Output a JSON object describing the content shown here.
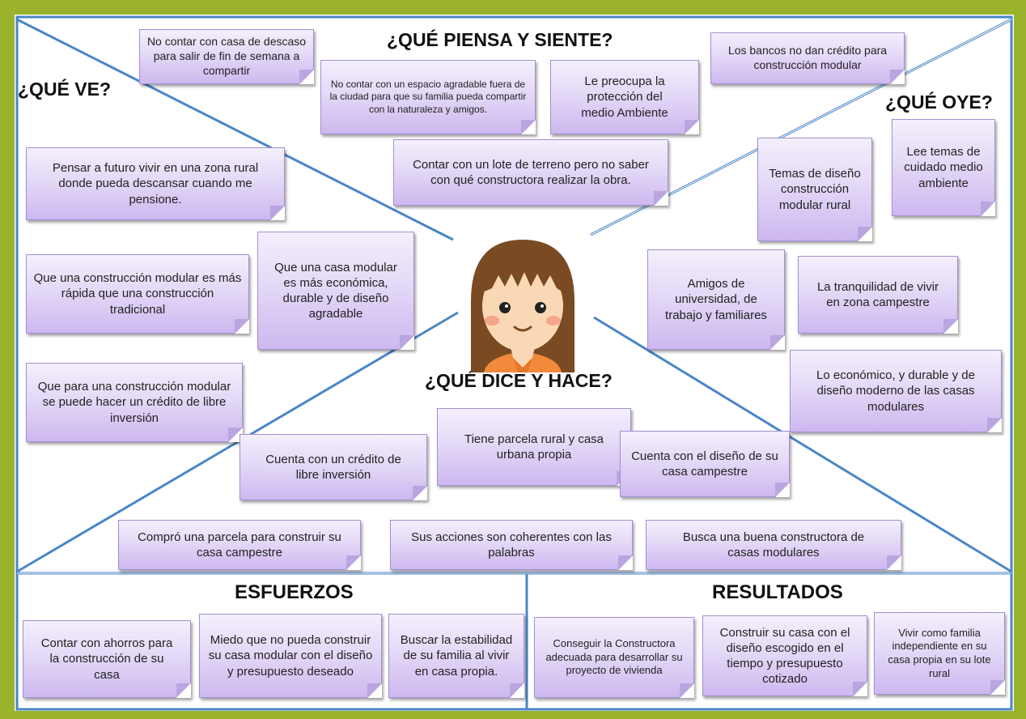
{
  "headings": {
    "que_ve": "¿QUÉ VE?",
    "que_piensa": "¿QUÉ PIENSA Y SIENTE?",
    "que_oye": "¿QUÉ OYE?",
    "que_dice": "¿QUÉ DICE Y HACE?",
    "esfuerzos": "ESFUERZOS",
    "resultados": "RESULTADOS"
  },
  "notes": {
    "piensa": [
      "No contar con casa de descaso para salir de fin de semana a compartir",
      "No contar con un espacio agradable fuera de la ciudad para que su familia  pueda compartir con la naturaleza y amigos.",
      "Le preocupa la protección del medio Ambiente",
      "Los bancos no dan crédito para construcción modular",
      "Contar con un lote de terreno pero no saber con qué constructora realizar la obra."
    ],
    "ve": [
      "Pensar a futuro vivir en una zona rural donde pueda descansar cuando me pensione.",
      "Que una construcción modular es más rápida que una construcción tradicional",
      "Que una casa modular es más económica, durable y de diseño agradable",
      "Que para una construcción modular se puede hacer un crédito de libre inversión"
    ],
    "oye": [
      "Lee temas de cuidado medio ambiente",
      "Temas de diseño construcción modular rural",
      "Amigos de universidad, de trabajo y familiares",
      "La tranquilidad de vivir en zona campestre",
      "Lo económico, y durable y de diseño moderno de las casas modulares"
    ],
    "dice": [
      "Tiene parcela rural y casa urbana propia",
      "Cuenta con un crédito de libre inversión",
      "Cuenta con el diseño de su casa campestre",
      "Compró una parcela para construir su casa campestre",
      "Sus acciones son coherentes con las palabras",
      "Busca una buena constructora de casas modulares"
    ],
    "esfuerzos": [
      "Contar con ahorros para la construcción de su casa",
      "Miedo que no pueda construir su casa modular con el diseño y presupuesto deseado",
      "Buscar la estabilidad de su familia al vivir en casa propia."
    ],
    "resultados": [
      "Conseguir la Constructora adecuada para desarrollar su proyecto de vivienda",
      "Construir su casa con el diseño escogido en el tiempo y presupuesto cotizado",
      "Vivir como familia independiente en su casa propia en su lote rural"
    ]
  },
  "colors": {
    "frame": "#9ab22c",
    "panel": "#ffffff",
    "lines": "#4a86c8",
    "note_top": "#f4effc",
    "note_bottom": "#cdb8ef",
    "hair": "#7a4a22",
    "skin": "#fbd8b5",
    "shirt": "#f28a3c"
  }
}
